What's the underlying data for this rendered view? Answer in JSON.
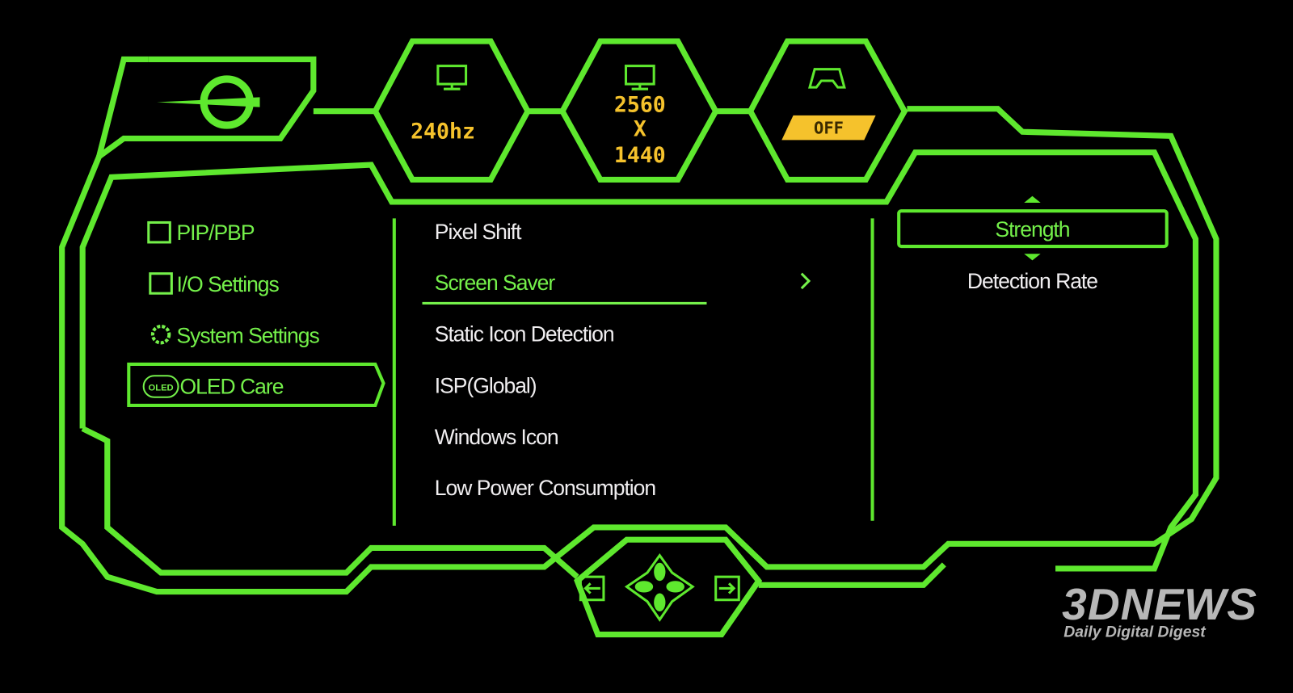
{
  "header": {
    "refresh_rate": "240hz",
    "resolution_w": "2560",
    "resolution_x": "X",
    "resolution_h": "1440",
    "game_mode": "OFF"
  },
  "sidebar": {
    "items": [
      {
        "label": "PIP/PBP",
        "icon": "pip-icon"
      },
      {
        "label": "I/O Settings",
        "icon": "input-icon"
      },
      {
        "label": "System Settings",
        "icon": "gear-icon"
      },
      {
        "label": "OLED Care",
        "icon": "oled-icon",
        "badge": "OLED",
        "selected": true
      }
    ]
  },
  "submenu": {
    "items": [
      {
        "label": "Pixel Shift"
      },
      {
        "label": "Screen Saver",
        "selected": true
      },
      {
        "label": "Static Icon Detection"
      },
      {
        "label": "ISP(Global)"
      },
      {
        "label": "Windows Icon"
      },
      {
        "label": "Low Power Consumption"
      }
    ]
  },
  "options": {
    "items": [
      {
        "label": "Strength",
        "selected": true
      },
      {
        "label": "Detection Rate"
      }
    ]
  },
  "watermark": {
    "brand": "3DNEWS",
    "tagline": "Daily Digital Digest"
  },
  "colors": {
    "frame": "#5ee82e",
    "value": "#f5c22c",
    "text": "#f0eef0"
  }
}
